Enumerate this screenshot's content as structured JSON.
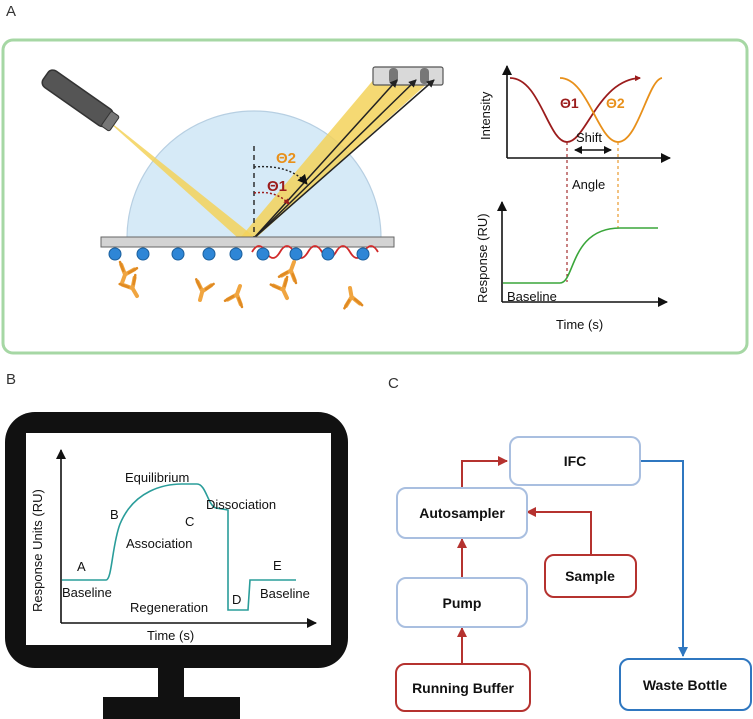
{
  "panels": {
    "a": "A",
    "b": "B",
    "c": "C"
  },
  "spr": {
    "theta1": "Θ1",
    "theta2": "Θ2",
    "intensity_label": "Intensity",
    "shift_label": "Shift",
    "angle_label": "Angle",
    "response_label": "Response  (RU)",
    "baseline_label": "Baseline",
    "time_label": "Time (s)",
    "colors": {
      "theta1": "#9b1c1c",
      "theta2": "#e8901a",
      "panel_border": "#a6d7a4",
      "prism": "#d6eaf7",
      "beam": "#f3d25a"
    }
  },
  "sensorgram": {
    "ylabel": "Response Units (RU)",
    "xlabel": "Time (s)",
    "phases": {
      "equilibrium": "Equilibrium",
      "dissociation": "Dissociation",
      "association": "Association",
      "regeneration": "Regeneration",
      "baseline_left": "Baseline",
      "baseline_right": "Baseline",
      "a": "A",
      "b": "B",
      "c": "C",
      "d": "D",
      "e": "E"
    },
    "line_color": "#2a9d9a"
  },
  "flow": {
    "ifc": "IFC",
    "autosampler": "Autosampler",
    "sample": "Sample",
    "pump": "Pump",
    "running_buffer": "Running Buffer",
    "waste_bottle": "Waste Bottle",
    "colors": {
      "box": "#a9bfe0",
      "red": "#b5322f",
      "blue": "#2f77c0"
    }
  }
}
